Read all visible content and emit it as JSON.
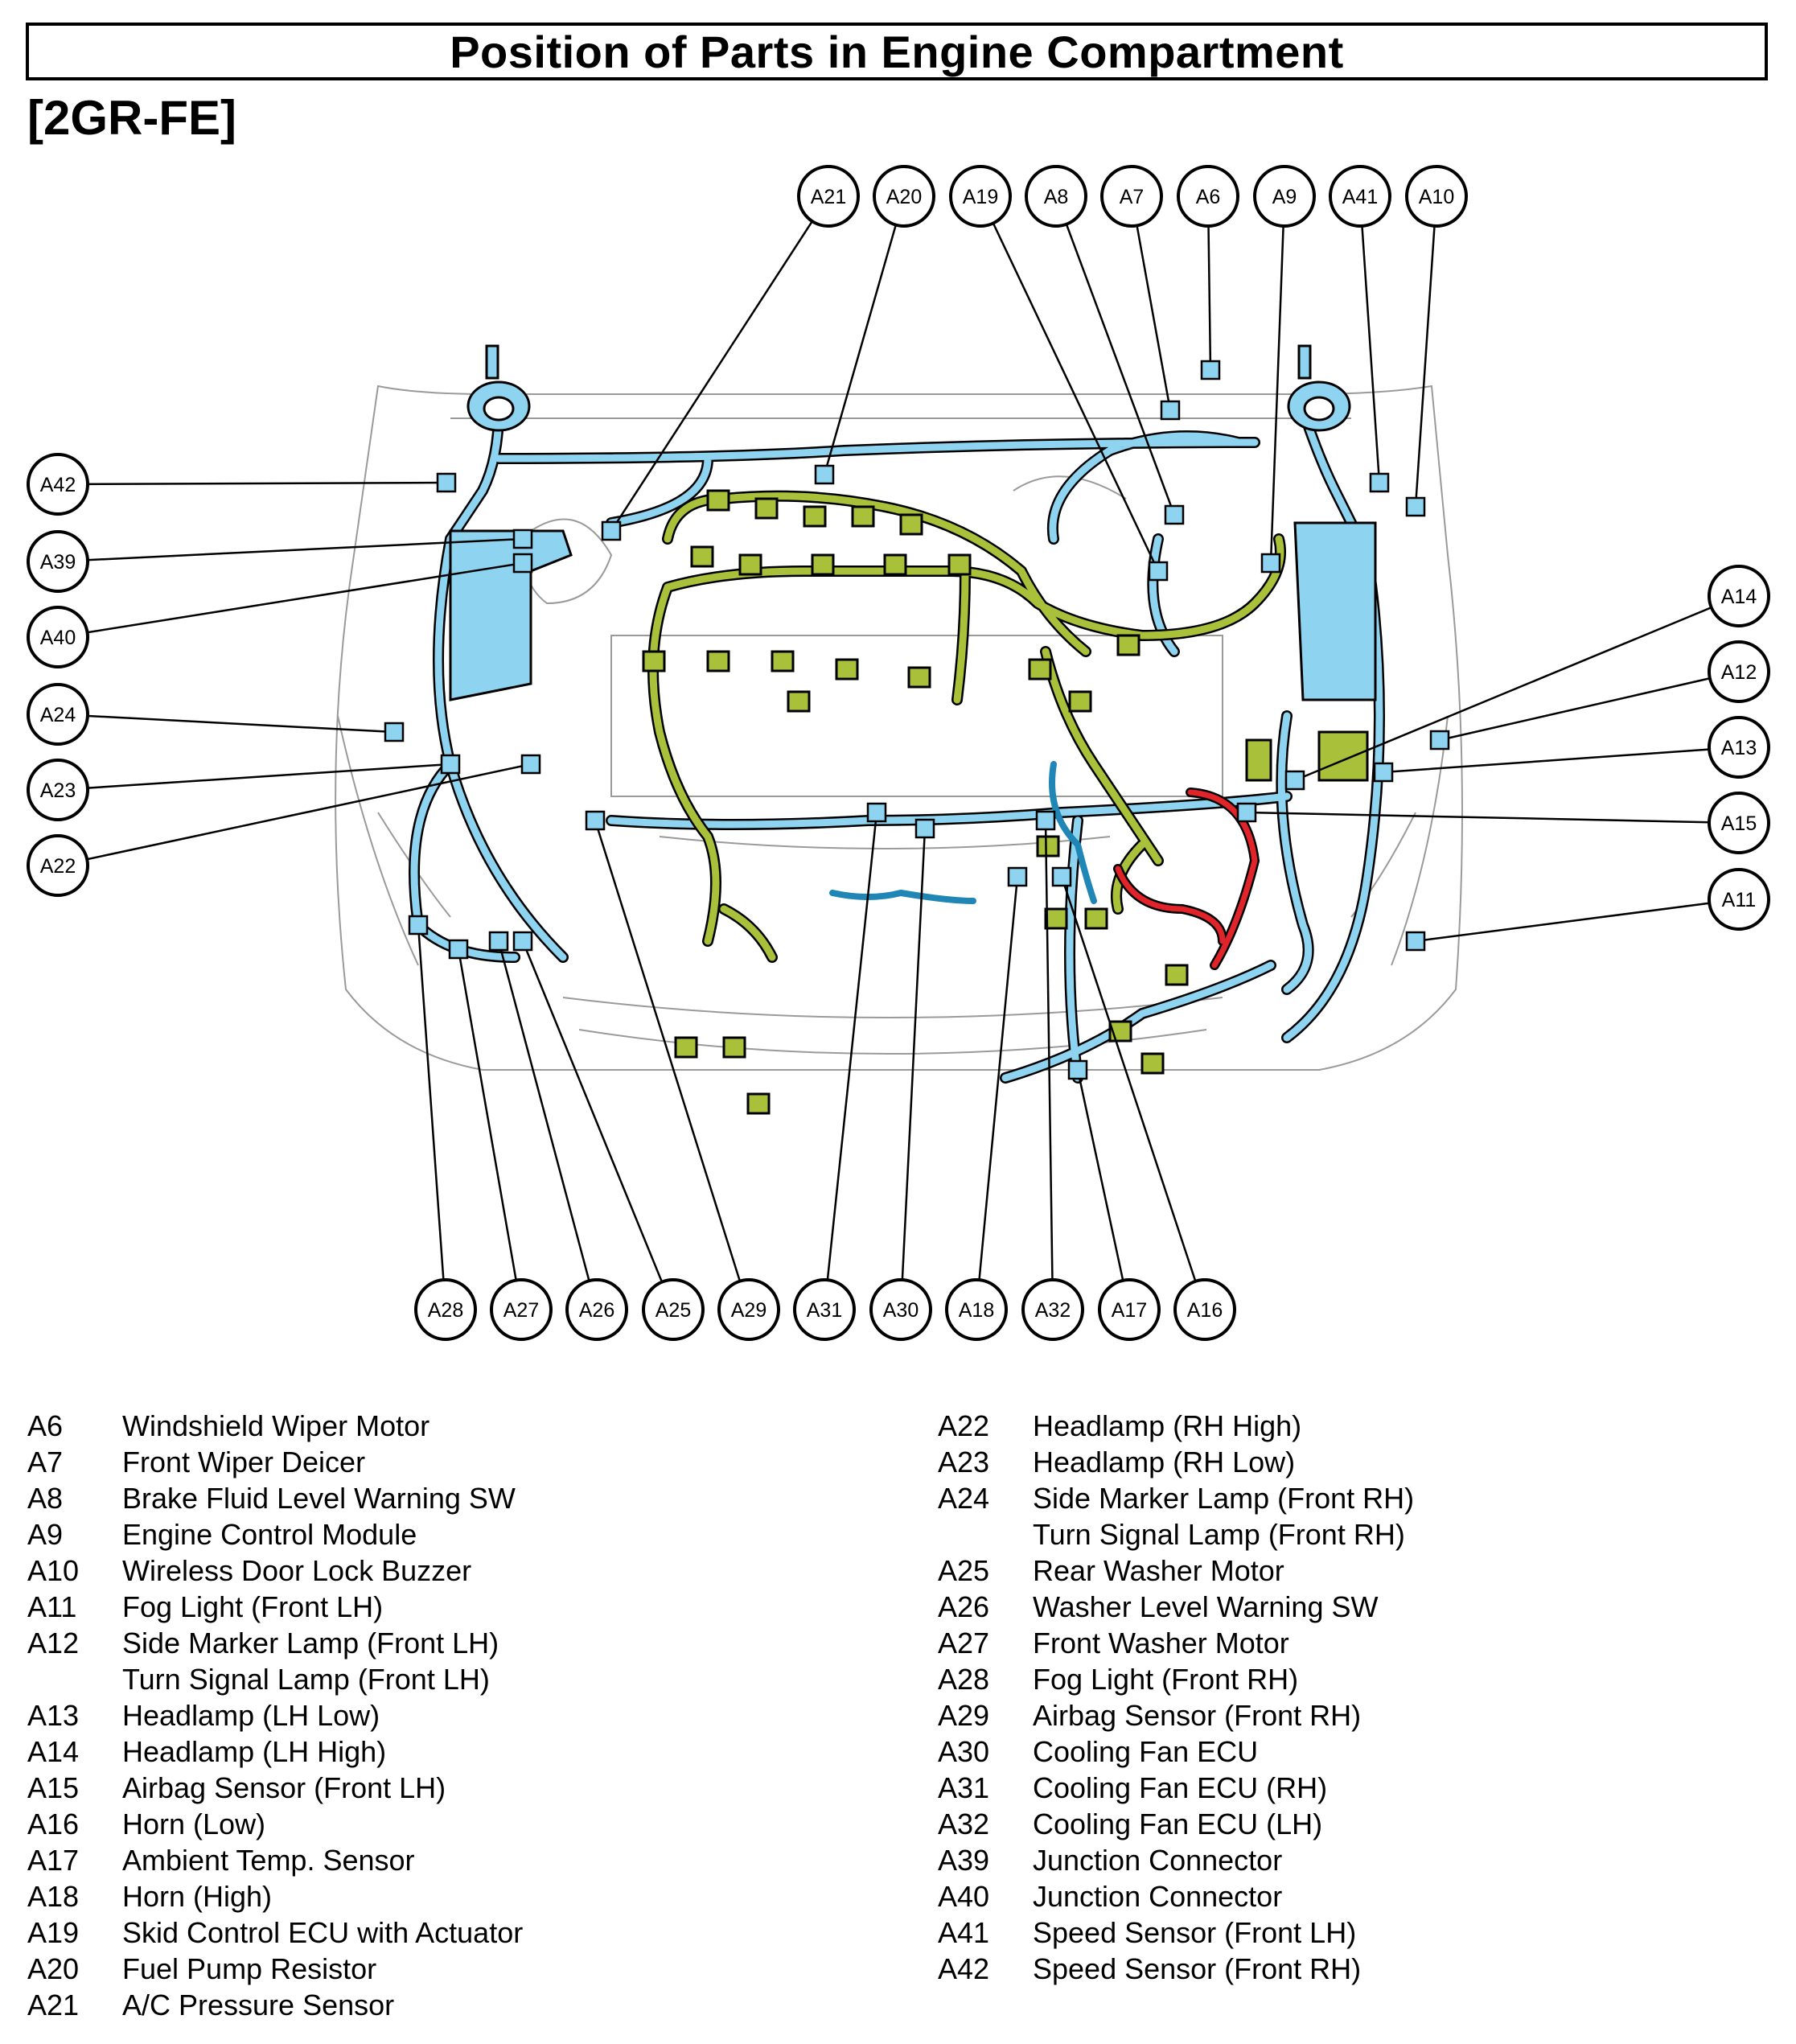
{
  "title": "Position of Parts in Engine Compartment",
  "engine_code": "[2GR-FE]",
  "colors": {
    "harness_blue": "#8ed3f0",
    "harness_green": "#a9c13a",
    "harness_red": "#e1242a",
    "harness_dark_blue": "#1f86b5",
    "outline": "#000000"
  },
  "callouts_top": [
    "A21",
    "A20",
    "A19",
    "A8",
    "A7",
    "A6",
    "A9",
    "A41",
    "A10"
  ],
  "callouts_left": [
    "A42",
    "A39",
    "A40",
    "A24",
    "A23",
    "A22"
  ],
  "callouts_right": [
    "A14",
    "A12",
    "A13",
    "A15",
    "A11"
  ],
  "callouts_bottom": [
    "A28",
    "A27",
    "A26",
    "A25",
    "A29",
    "A31",
    "A30",
    "A18",
    "A32",
    "A17",
    "A16"
  ],
  "legend_left": [
    {
      "code": "A6",
      "desc": "Windshield Wiper Motor"
    },
    {
      "code": "A7",
      "desc": "Front Wiper Deicer"
    },
    {
      "code": "A8",
      "desc": "Brake Fluid Level Warning SW"
    },
    {
      "code": "A9",
      "desc": "Engine Control Module"
    },
    {
      "code": "A10",
      "desc": "Wireless Door Lock Buzzer"
    },
    {
      "code": "A11",
      "desc": "Fog Light (Front LH)"
    },
    {
      "code": "A12",
      "desc": "Side Marker Lamp (Front LH)"
    },
    {
      "code": "",
      "desc": "Turn Signal Lamp (Front LH)"
    },
    {
      "code": "A13",
      "desc": "Headlamp (LH Low)"
    },
    {
      "code": "A14",
      "desc": "Headlamp (LH High)"
    },
    {
      "code": "A15",
      "desc": "Airbag Sensor (Front LH)"
    },
    {
      "code": "A16",
      "desc": "Horn (Low)"
    },
    {
      "code": "A17",
      "desc": "Ambient Temp. Sensor"
    },
    {
      "code": "A18",
      "desc": "Horn (High)"
    },
    {
      "code": "A19",
      "desc": "Skid Control ECU with Actuator"
    },
    {
      "code": "A20",
      "desc": "Fuel Pump Resistor"
    },
    {
      "code": "A21",
      "desc": "A/C Pressure Sensor"
    }
  ],
  "legend_right": [
    {
      "code": "A22",
      "desc": "Headlamp (RH High)"
    },
    {
      "code": "A23",
      "desc": "Headlamp (RH Low)"
    },
    {
      "code": "A24",
      "desc": "Side Marker Lamp (Front RH)"
    },
    {
      "code": "",
      "desc": "Turn Signal Lamp (Front RH)"
    },
    {
      "code": "A25",
      "desc": "Rear Washer Motor"
    },
    {
      "code": "A26",
      "desc": "Washer Level Warning SW"
    },
    {
      "code": "A27",
      "desc": "Front Washer Motor"
    },
    {
      "code": "A28",
      "desc": "Fog Light (Front RH)"
    },
    {
      "code": "A29",
      "desc": "Airbag Sensor (Front RH)"
    },
    {
      "code": "A30",
      "desc": "Cooling Fan ECU"
    },
    {
      "code": "A31",
      "desc": "Cooling Fan ECU (RH)"
    },
    {
      "code": "A32",
      "desc": "Cooling Fan ECU (LH)"
    },
    {
      "code": "A39",
      "desc": "Junction Connector"
    },
    {
      "code": "A40",
      "desc": "Junction Connector"
    },
    {
      "code": "A41",
      "desc": "Speed Sensor (Front LH)"
    },
    {
      "code": "A42",
      "desc": "Speed Sensor (Front RH)"
    }
  ]
}
